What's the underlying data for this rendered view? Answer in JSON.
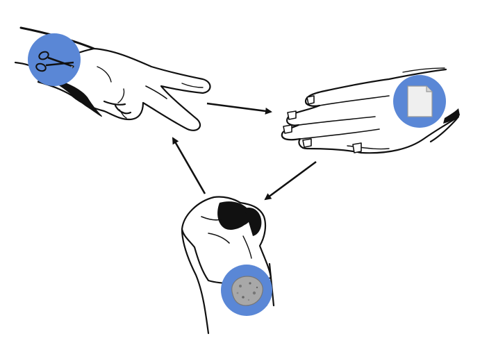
{
  "diagram": {
    "nodes": [
      {
        "id": "scissors",
        "hand": "two-finger-scissors-hand",
        "badge_icon": "scissors-icon"
      },
      {
        "id": "paper",
        "hand": "open-flat-hand",
        "badge_icon": "paper-sheet-icon"
      },
      {
        "id": "rock",
        "hand": "clenched-fist",
        "badge_icon": "rock-icon"
      }
    ],
    "edges": [
      {
        "from": "scissors",
        "to": "paper"
      },
      {
        "from": "paper",
        "to": "rock"
      },
      {
        "from": "rock",
        "to": "scissors"
      }
    ]
  },
  "colors": {
    "badge": "#5a87d6",
    "ink": "#111111",
    "paper_sheet": "#efefef",
    "rock": "#a8a8a8",
    "background": "#ffffff"
  }
}
